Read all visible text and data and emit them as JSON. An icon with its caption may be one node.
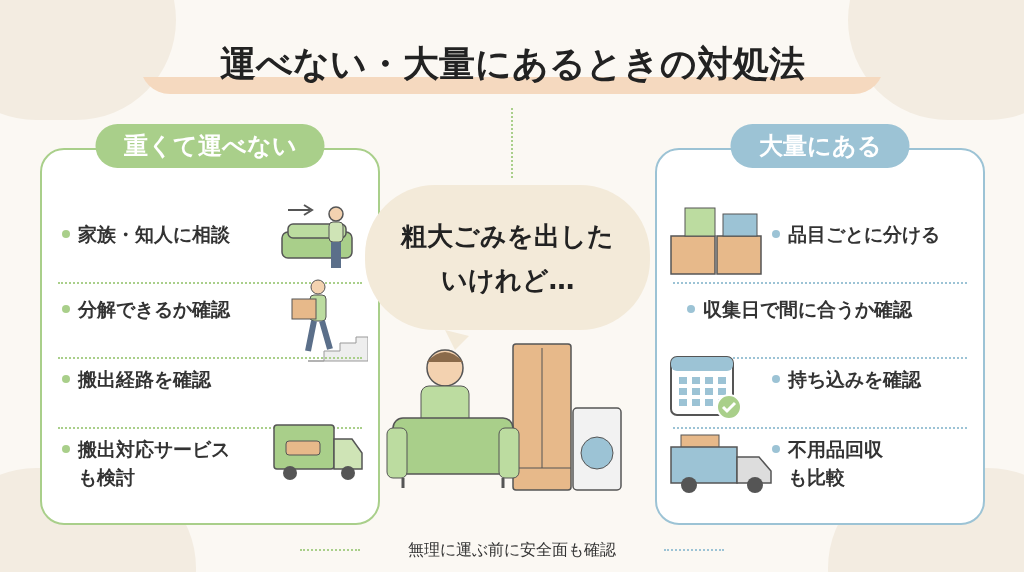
{
  "diagram": {
    "title": "運べない・大量にあるときの対処法",
    "nodes": [
      {
        "text": [
          "重くて運べない",
          "家族・知人に相談",
          "分解できるか確認",
          "搬出経路を確認",
          "搬出対応サービスも検討"
        ]
      },
      {
        "text": [
          "粗大ごみを出したいけれど…"
        ]
      },
      {
        "text": [
          "大量にある",
          "品目ごとに分ける",
          "収集日で間に合うか確認",
          "持ち込みを確認",
          "不用品回収も比較"
        ]
      }
    ],
    "labels": [
      "無理に運ぶ前に安全面も確認"
    ]
  }
}
